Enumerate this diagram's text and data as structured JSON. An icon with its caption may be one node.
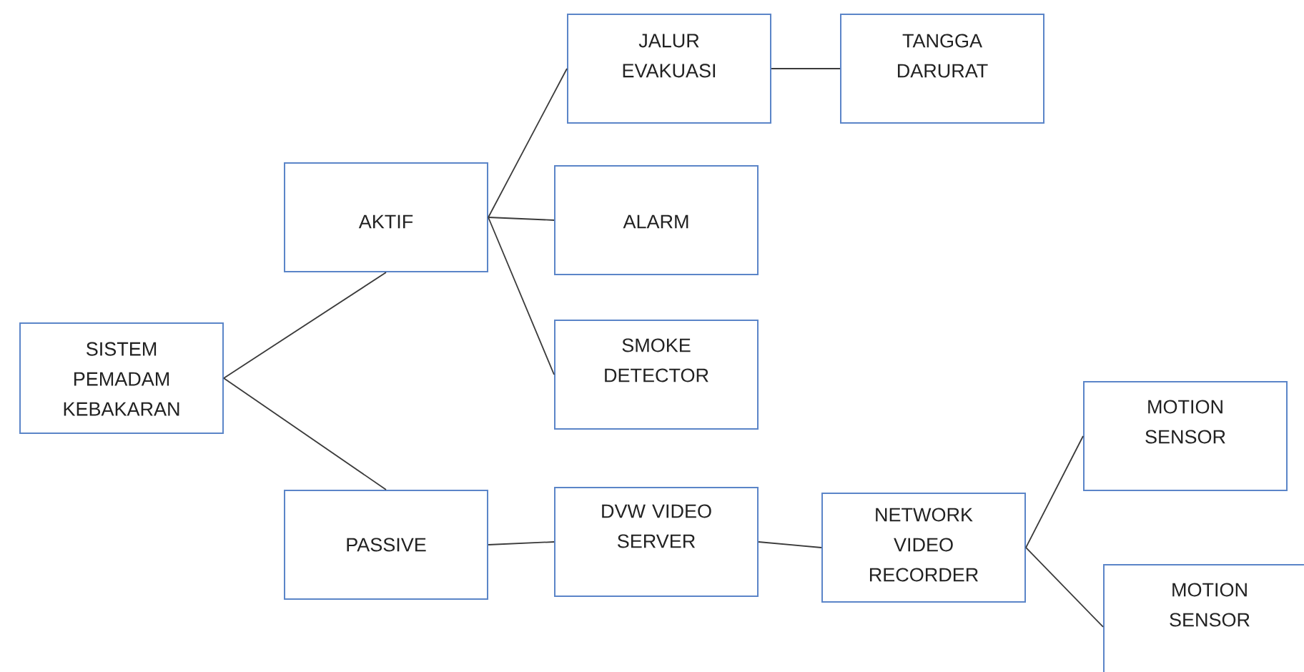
{
  "diagram": {
    "nodes": [
      {
        "text": [
          "SISTEM PEMADAM KEBAKARAN"
        ]
      },
      {
        "text": [
          "AKTIF"
        ]
      },
      {
        "text": [
          "PASSIVE"
        ]
      },
      {
        "text": [
          "JALUR EVAKUASI"
        ]
      },
      {
        "text": [
          "TANGGA DARURAT"
        ]
      },
      {
        "text": [
          "ALARM"
        ]
      },
      {
        "text": [
          "SMOKE DETECTOR"
        ]
      },
      {
        "text": [
          "DVW VIDEO SERVER"
        ]
      },
      {
        "text": [
          "NETWORK VIDEO RECORDER"
        ]
      },
      {
        "text": [
          "MOTION SENSOR"
        ]
      },
      {
        "text": [
          "MOTION SENSOR"
        ]
      }
    ],
    "edges": [
      {
        "from": 0,
        "to": 1,
        "arrow": "none"
      },
      {
        "from": 0,
        "to": 2,
        "arrow": "none"
      },
      {
        "from": 1,
        "to": 3,
        "arrow": "none"
      },
      {
        "from": 1,
        "to": 5,
        "arrow": "none"
      },
      {
        "from": 1,
        "to": 6,
        "arrow": "none"
      },
      {
        "from": 3,
        "to": 4,
        "arrow": "none"
      },
      {
        "from": 2,
        "to": 7,
        "arrow": "none"
      },
      {
        "from": 7,
        "to": 8,
        "arrow": "none"
      },
      {
        "from": 8,
        "to": 9,
        "arrow": "none"
      },
      {
        "from": 8,
        "to": 10,
        "arrow": "none"
      }
    ]
  }
}
